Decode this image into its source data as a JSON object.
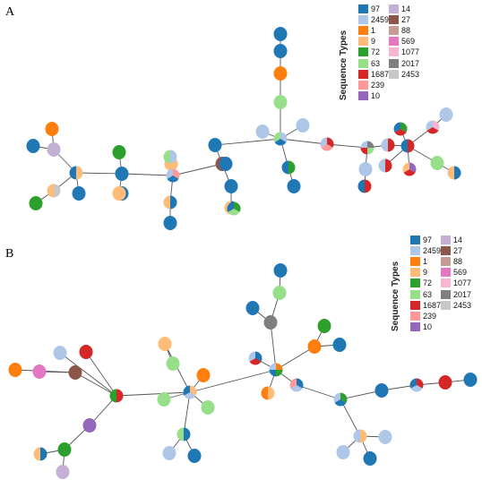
{
  "legend_title": "Sequence Types",
  "sequence_types": [
    {
      "label": "97",
      "color": "#1f77b4"
    },
    {
      "label": "2459",
      "color": "#aec7e8"
    },
    {
      "label": "1",
      "color": "#ff7f0e"
    },
    {
      "label": "9",
      "color": "#ffbb78"
    },
    {
      "label": "72",
      "color": "#2ca02c"
    },
    {
      "label": "63",
      "color": "#98df8a"
    },
    {
      "label": "1687",
      "color": "#d62728"
    },
    {
      "label": "239",
      "color": "#ff9896"
    },
    {
      "label": "10",
      "color": "#9467bd"
    },
    {
      "label": "14",
      "color": "#c5b0d5"
    },
    {
      "label": "27",
      "color": "#8c564b"
    },
    {
      "label": "88",
      "color": "#c49c94"
    },
    {
      "label": "569",
      "color": "#e377c2"
    },
    {
      "label": "1077",
      "color": "#f7b6d2"
    },
    {
      "label": "2017",
      "color": "#7f7f7f"
    },
    {
      "label": "2453",
      "color": "#c7c7c7"
    }
  ],
  "panels": [
    {
      "label": "A",
      "nodes": [
        {
          "id": "a1",
          "st": [
            "97"
          ]
        },
        {
          "id": "a2",
          "st": [
            "97"
          ]
        },
        {
          "id": "a3",
          "st": [
            "1"
          ]
        },
        {
          "id": "a4",
          "st": [
            "63"
          ]
        },
        {
          "id": "a5",
          "st": [
            "2459",
            "97",
            "63"
          ]
        },
        {
          "id": "a6",
          "st": [
            "2459"
          ]
        },
        {
          "id": "a7",
          "st": [
            "2459"
          ]
        },
        {
          "id": "a8",
          "st": [
            "72",
            "97"
          ]
        },
        {
          "id": "a9",
          "st": [
            "97"
          ]
        },
        {
          "id": "a10",
          "st": [
            "1687",
            "239",
            "2459"
          ]
        },
        {
          "id": "a11",
          "st": [
            "2017",
            "63",
            "1687",
            "2459"
          ]
        },
        {
          "id": "a12",
          "st": [
            "2459"
          ]
        },
        {
          "id": "a13",
          "st": [
            "1687",
            "97"
          ]
        },
        {
          "id": "a14",
          "st": [
            "1687",
            "2459"
          ]
        },
        {
          "id": "a15",
          "st": [
            "1687",
            "97"
          ]
        },
        {
          "id": "a16",
          "st": [
            "1077",
            "1687",
            "2459"
          ]
        },
        {
          "id": "a17",
          "st": [
            "2459"
          ]
        },
        {
          "id": "a18",
          "st": [
            "72",
            "1687",
            "97"
          ]
        },
        {
          "id": "a19",
          "st": [
            "1687",
            "2459"
          ]
        },
        {
          "id": "a20",
          "st": [
            "10",
            "1687",
            "9"
          ]
        },
        {
          "id": "a21",
          "st": [
            "63"
          ]
        },
        {
          "id": "a22",
          "st": [
            "97",
            "9"
          ]
        },
        {
          "id": "a23",
          "st": [
            "97"
          ]
        },
        {
          "id": "a24",
          "st": [
            "27"
          ]
        },
        {
          "id": "a25",
          "st": [
            "97"
          ]
        },
        {
          "id": "a26",
          "st": [
            "97"
          ]
        },
        {
          "id": "a27",
          "st": [
            "97",
            "9"
          ]
        },
        {
          "id": "a28",
          "st": [
            "9"
          ]
        },
        {
          "id": "a29",
          "st": [
            "72",
            "63",
            "97"
          ]
        },
        {
          "id": "a30",
          "st": [
            "239",
            "97",
            "2459"
          ]
        },
        {
          "id": "a31",
          "st": [
            "2459",
            "63"
          ]
        },
        {
          "id": "a32",
          "st": [
            "97",
            "9"
          ]
        },
        {
          "id": "a33",
          "st": [
            "97"
          ]
        },
        {
          "id": "a34",
          "st": [
            "97"
          ]
        },
        {
          "id": "a35",
          "st": [
            "72"
          ]
        },
        {
          "id": "a36",
          "st": [
            "97"
          ]
        },
        {
          "id": "a37",
          "st": [
            "9"
          ]
        },
        {
          "id": "a38",
          "st": [
            "9",
            "97"
          ]
        },
        {
          "id": "a39",
          "st": [
            "97"
          ]
        },
        {
          "id": "a40",
          "st": [
            "14"
          ]
        },
        {
          "id": "a41",
          "st": [
            "1"
          ]
        },
        {
          "id": "a42",
          "st": [
            "97"
          ]
        },
        {
          "id": "a43",
          "st": [
            "2453",
            "9"
          ]
        },
        {
          "id": "a44",
          "st": [
            "72"
          ]
        }
      ]
    },
    {
      "label": "B",
      "nodes": [
        {
          "id": "b1",
          "st": [
            "97"
          ]
        },
        {
          "id": "b2",
          "st": [
            "63"
          ]
        },
        {
          "id": "b3",
          "st": [
            "97"
          ]
        },
        {
          "id": "b4",
          "st": [
            "2017"
          ]
        },
        {
          "id": "b5",
          "st": [
            "72"
          ]
        },
        {
          "id": "b6",
          "st": [
            "1"
          ]
        },
        {
          "id": "b7",
          "st": [
            "97"
          ]
        },
        {
          "id": "b8",
          "st": [
            "1",
            "72",
            "97",
            "2459"
          ]
        },
        {
          "id": "b9",
          "st": [
            "97",
            "1687",
            "2459"
          ]
        },
        {
          "id": "b10",
          "st": [
            "9",
            "1"
          ]
        },
        {
          "id": "b11",
          "st": [
            "97",
            "2459",
            "239"
          ]
        },
        {
          "id": "b12",
          "st": [
            "72",
            "97",
            "2459"
          ]
        },
        {
          "id": "b13",
          "st": [
            "97"
          ]
        },
        {
          "id": "b14",
          "st": [
            "1687",
            "2459",
            "97"
          ]
        },
        {
          "id": "b15",
          "st": [
            "1687"
          ]
        },
        {
          "id": "b16",
          "st": [
            "97"
          ]
        },
        {
          "id": "b17",
          "st": [
            "9",
            "2459"
          ]
        },
        {
          "id": "b18",
          "st": [
            "2459"
          ]
        },
        {
          "id": "b19",
          "st": [
            "2459"
          ]
        },
        {
          "id": "b20",
          "st": [
            "97"
          ]
        },
        {
          "id": "b21",
          "st": [
            "9"
          ]
        },
        {
          "id": "b22",
          "st": [
            "63"
          ]
        },
        {
          "id": "b23",
          "st": [
            "1"
          ]
        },
        {
          "id": "b24",
          "st": [
            "9",
            "2459",
            "97"
          ]
        },
        {
          "id": "b25",
          "st": [
            "63"
          ]
        },
        {
          "id": "b26",
          "st": [
            "63"
          ]
        },
        {
          "id": "b27",
          "st": [
            "97",
            "63"
          ]
        },
        {
          "id": "b28",
          "st": [
            "2459"
          ]
        },
        {
          "id": "b29",
          "st": [
            "97"
          ]
        },
        {
          "id": "b30",
          "st": [
            "1687",
            "72"
          ]
        },
        {
          "id": "b31",
          "st": [
            "2459"
          ]
        },
        {
          "id": "b32",
          "st": [
            "1687"
          ]
        },
        {
          "id": "b33",
          "st": [
            "27"
          ]
        },
        {
          "id": "b34",
          "st": [
            "1"
          ]
        },
        {
          "id": "b35",
          "st": [
            "569"
          ]
        },
        {
          "id": "b36",
          "st": [
            "10"
          ]
        },
        {
          "id": "b37",
          "st": [
            "72"
          ]
        },
        {
          "id": "b38",
          "st": [
            "97",
            "9"
          ]
        },
        {
          "id": "b39",
          "st": [
            "14"
          ]
        }
      ]
    }
  ]
}
